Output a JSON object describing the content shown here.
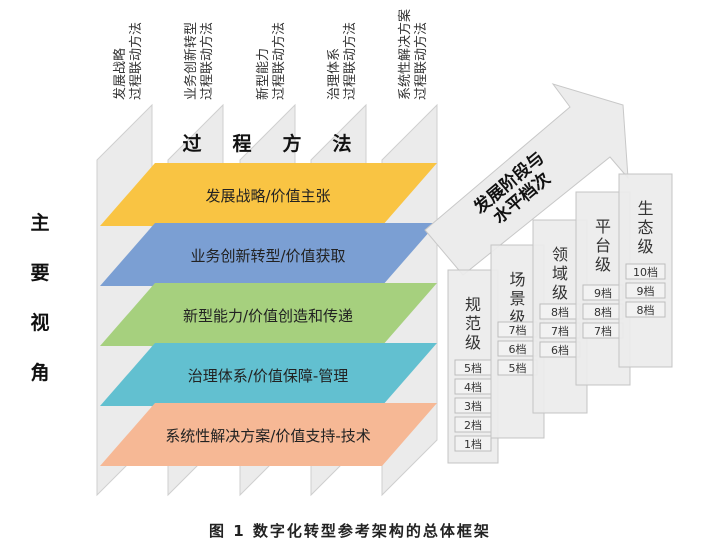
{
  "columns": [
    {
      "line1": "发展战略",
      "line2": "过程联动方法"
    },
    {
      "line1": "业务创新转型",
      "line2": "过程联动方法"
    },
    {
      "line1": "新型能力",
      "line2": "过程联动方法"
    },
    {
      "line1": "治理体系",
      "line2": "过程联动方法"
    },
    {
      "line1": "系统性解决方案",
      "line2": "过程联动方法"
    }
  ],
  "process_title": [
    "过",
    "程",
    "方",
    "法"
  ],
  "view_title": [
    "主",
    "要",
    "视",
    "角"
  ],
  "layers": [
    {
      "label": "发展战略/价值主张",
      "color": "#F9C443"
    },
    {
      "label": "业务创新转型/价值获取",
      "color": "#7B9FD3"
    },
    {
      "label": "新型能力/价值创造和传递",
      "color": "#A6D07E"
    },
    {
      "label": "治理体系/价值保障-管理",
      "color": "#62C0D0"
    },
    {
      "label": "系统性解决方案/价值支持-技术",
      "color": "#F6B895"
    }
  ],
  "arrow": {
    "line1": "发展阶段与",
    "line2": "水平档次"
  },
  "stages": [
    {
      "name": [
        "规",
        "范",
        "级"
      ],
      "tiers": [
        "5档",
        "4档",
        "3档",
        "2档",
        "1档"
      ]
    },
    {
      "name": [
        "场",
        "景",
        "级"
      ],
      "tiers": [
        "7档",
        "6档",
        "5档"
      ]
    },
    {
      "name": [
        "领",
        "域",
        "级"
      ],
      "tiers": [
        "8档",
        "7档",
        "6档"
      ]
    },
    {
      "name": [
        "平",
        "台",
        "级"
      ],
      "tiers": [
        "9档",
        "8档",
        "7档"
      ]
    },
    {
      "name": [
        "生",
        "态",
        "级"
      ],
      "tiers": [
        "10档",
        "9档",
        "8档"
      ]
    }
  ],
  "caption": "图 1   数字化转型参考架构的总体框架"
}
